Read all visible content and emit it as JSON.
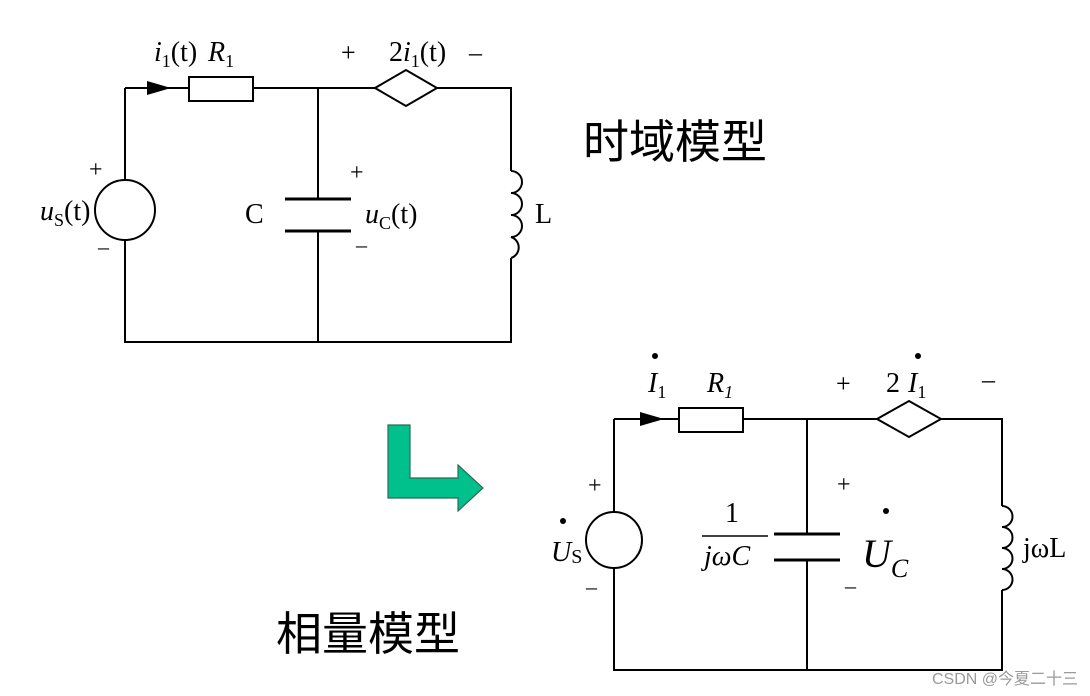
{
  "time_domain": {
    "title": "时域模型",
    "current_label": {
      "base": "i",
      "sub": "1",
      "arg": "(t)"
    },
    "resistor_label": {
      "base": "R",
      "sub": "1"
    },
    "dep_source": {
      "plus": "+",
      "label": "2",
      "var": "i",
      "sub": "1",
      "arg": "(t)",
      "minus": "–"
    },
    "source": {
      "plus": "+",
      "minus": "–",
      "base": "u",
      "sub": "S",
      "arg": "(t)"
    },
    "capacitor": {
      "name": "C",
      "plus": "+",
      "minus": "–",
      "base": "u",
      "sub": "C",
      "arg": "(t)"
    },
    "inductor": {
      "name": "L"
    }
  },
  "phasor_domain": {
    "title": "相量模型",
    "current_label": {
      "base": "I",
      "sub": "1"
    },
    "resistor_label": {
      "base": "R",
      "sub": "1"
    },
    "dep_source": {
      "plus": "+",
      "label": "2",
      "var": "I",
      "sub": "1",
      "minus": "–"
    },
    "source": {
      "plus": "+",
      "minus": "–",
      "base": "U",
      "sub": "S"
    },
    "capacitor": {
      "numerator": "1",
      "denominator": "jωC",
      "plus": "+",
      "minus": "–",
      "base": "U",
      "sub": "C"
    },
    "inductor": {
      "label": "jωL"
    }
  },
  "arrow_color": "#00c08b",
  "watermark": "CSDN @今夏二十三"
}
